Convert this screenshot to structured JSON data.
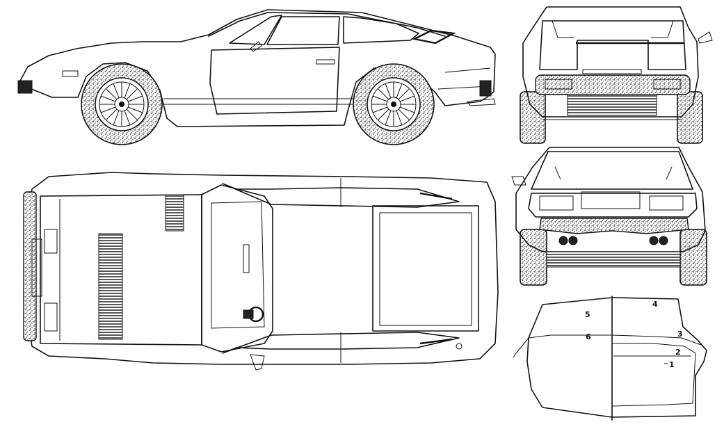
{
  "callouts": [
    {
      "id": "1",
      "text": "1"
    },
    {
      "id": "2",
      "text": "2"
    },
    {
      "id": "3",
      "text": "3"
    },
    {
      "id": "4",
      "text": "4"
    },
    {
      "id": "5",
      "text": "5"
    },
    {
      "id": "6",
      "text": "6"
    }
  ],
  "colors": {
    "ink": "#111111",
    "paper": "#ffffff"
  }
}
